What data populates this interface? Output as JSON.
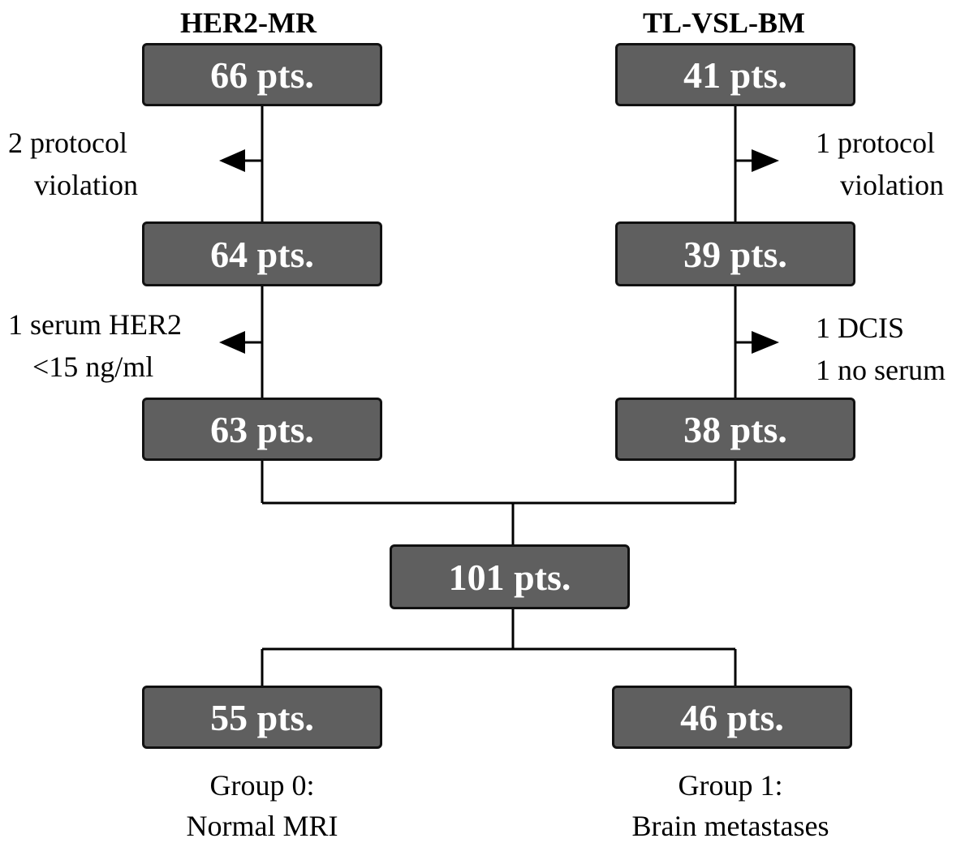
{
  "left": {
    "title": "HER2-MR",
    "step1": "66 pts.",
    "exclusion1": [
      "2 protocol",
      "violation"
    ],
    "step2": "64 pts.",
    "exclusion2": [
      "1 serum HER2",
      "<15 ng/ml"
    ],
    "step3": "63 pts."
  },
  "right": {
    "title": "TL-VSL-BM",
    "step1": "41 pts.",
    "exclusion1": [
      "1 protocol",
      "violation"
    ],
    "step2": "39 pts.",
    "exclusion2": [
      "1 DCIS",
      "1 no serum"
    ],
    "step3": "38 pts."
  },
  "combined": "101 pts.",
  "outcomes": [
    {
      "count": "55 pts.",
      "caption": [
        "Group 0:",
        "Normal MRI"
      ]
    },
    {
      "count": "46 pts.",
      "caption": [
        "Group 1:",
        "Brain metastases"
      ]
    }
  ],
  "colors": {
    "box_fill": "#5f5f5f",
    "box_border": "#111111",
    "box_text": "#ffffff",
    "line": "#000000"
  }
}
